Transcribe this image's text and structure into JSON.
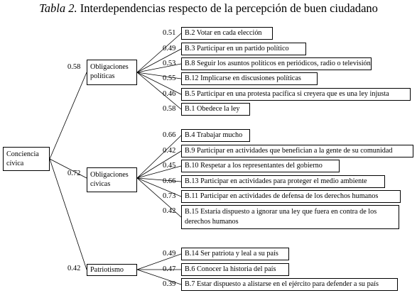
{
  "title": {
    "label": "Tabla 2.",
    "text": "Interdependencias respecto de la percepción de buen ciudadano"
  },
  "root": {
    "label": "Conciencia cívica"
  },
  "groups": [
    {
      "label": "Obligaciones políticas",
      "coef": "0.58",
      "items": [
        {
          "coef": "0.51",
          "label": "B.2 Votar en cada elección"
        },
        {
          "coef": "0.49",
          "label": "B.3 Participar en un partido político"
        },
        {
          "coef": "0.53",
          "label": "B.8 Seguir los asuntos políticos en periódicos, radio o televisión"
        },
        {
          "coef": "0.55",
          "label": "B.12 Implicarse en discusiones políticas"
        },
        {
          "coef": "0.46",
          "label": "B.5 Participar en una protesta pacífica si creyera que es una ley injusta"
        },
        {
          "coef": "0.58",
          "label": "B.1 Obedece la ley"
        }
      ]
    },
    {
      "label": "Obligaciones cívicas",
      "coef": "0.72",
      "items": [
        {
          "coef": "0.66",
          "label": "B.4 Trabajar mucho"
        },
        {
          "coef": "0.42",
          "label": "B.9 Participar en actividades que benefician a la gente de su comunidad"
        },
        {
          "coef": "0.45",
          "label": "B.10 Respetar a los representantes del gobierno"
        },
        {
          "coef": "0.66",
          "label": "B.13 Participar en actividades para proteger el medio ambiente"
        },
        {
          "coef": "0.73",
          "label": "B.11 Participar en actividades de defensa de los derechos humanos"
        },
        {
          "coef": "0.42",
          "label": "B.15 Estaría dispuesto a ignorar una ley que fuera en contra de los derechos humanos"
        }
      ]
    },
    {
      "label": "Patriotismo",
      "coef": "0.42",
      "items": [
        {
          "coef": "0.49",
          "label": "B.14 Ser patriota y leal a su país"
        },
        {
          "coef": "0.47",
          "label": "B.6 Conocer la historia del país"
        },
        {
          "coef": "0.39",
          "label": "B.7 Estar dispuesto a alistarse en el ejército para defender a su país"
        }
      ]
    }
  ]
}
